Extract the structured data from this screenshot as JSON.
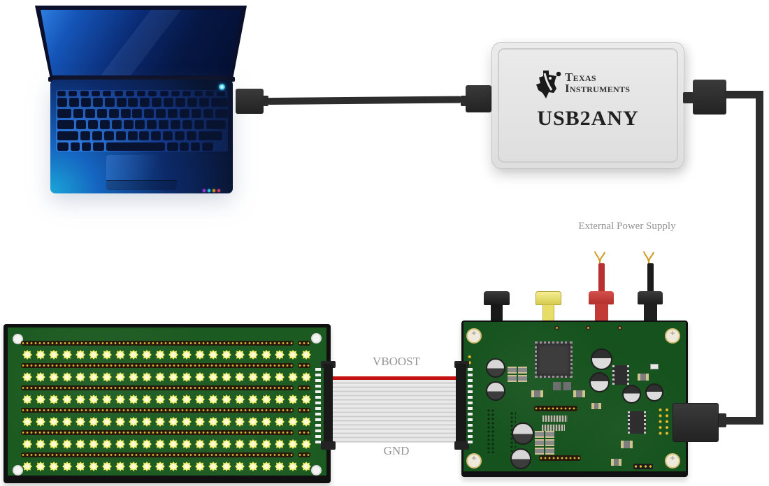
{
  "usb2any": {
    "brand_line1": "Texas",
    "brand_line2": "Instruments",
    "device_label": "USB2ANY"
  },
  "labels": {
    "external_power_supply": "External Power Supply",
    "ribbon_top": "VBOOST",
    "ribbon_bottom": "GND"
  },
  "led_board": {
    "rows": 6,
    "cols": 22
  },
  "colors": {
    "pcb_green": "#15521d",
    "led_board_green": "#1b5a21",
    "led_yellow": "#f4ef4a",
    "ribbon_stripe_red": "#c41212",
    "probe_red": "#c23a36",
    "post_yellow": "#e8dd66",
    "cable_black": "#2d2d2d",
    "label_gray": "#949494"
  }
}
